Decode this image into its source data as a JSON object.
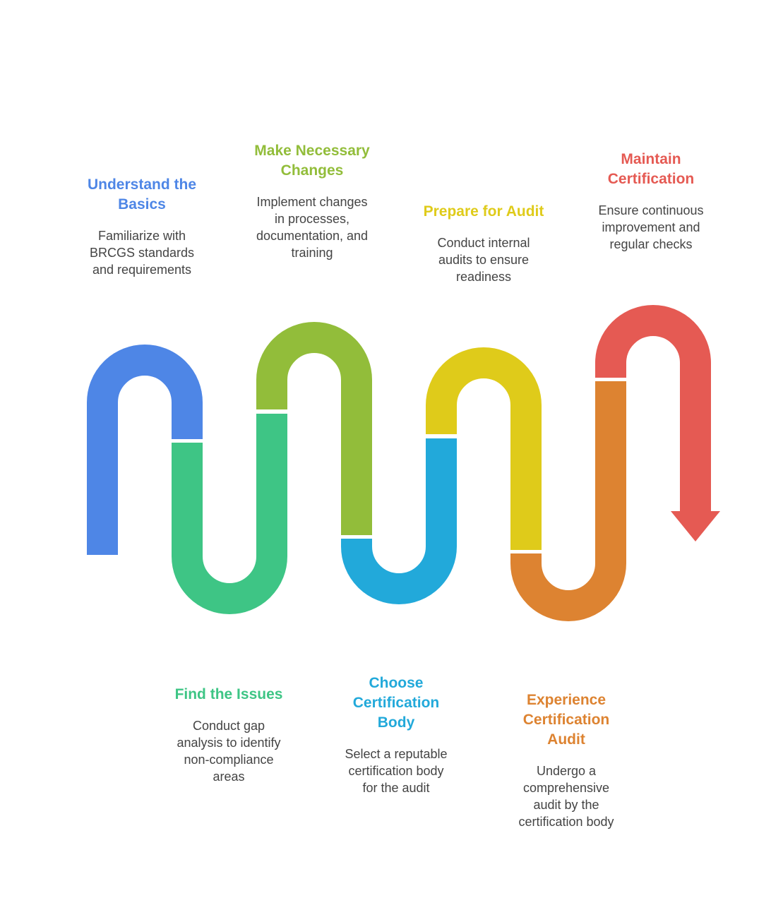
{
  "steps": [
    {
      "title": "Understand the Basics",
      "title_lines": [
        "Understand the",
        "Basics"
      ],
      "desc_lines": [
        "Familiarize with",
        "BRCGS standards",
        "and requirements"
      ],
      "color": "#4E86E6"
    },
    {
      "title": "Find the Issues",
      "title_lines": [
        "Find the Issues"
      ],
      "desc_lines": [
        "Conduct gap",
        "analysis to identify",
        "non-compliance",
        "areas"
      ],
      "color": "#3EC585"
    },
    {
      "title": "Make Necessary Changes",
      "title_lines": [
        "Make Necessary",
        "Changes"
      ],
      "desc_lines": [
        "Implement changes",
        "in processes,",
        "documentation, and",
        "training"
      ],
      "color": "#92BD3A"
    },
    {
      "title": "Choose Certification Body",
      "title_lines": [
        "Choose",
        "Certification",
        "Body"
      ],
      "desc_lines": [
        "Select a reputable",
        "certification body",
        "for the audit"
      ],
      "color": "#22A9DA"
    },
    {
      "title": "Prepare for Audit",
      "title_lines": [
        "Prepare for Audit"
      ],
      "desc_lines": [
        "Conduct internal",
        "audits to ensure",
        "readiness"
      ],
      "color": "#DFCB1A"
    },
    {
      "title": "Experience Certification Audit",
      "title_lines": [
        "Experience",
        "Certification",
        "Audit"
      ],
      "desc_lines": [
        "Undergo a",
        "comprehensive",
        "audit by the",
        "certification body"
      ],
      "color": "#DD8331"
    },
    {
      "title": "Maintain Certification",
      "title_lines": [
        "Maintain",
        "Certification"
      ],
      "desc_lines": [
        "Ensure continuous",
        "improvement and",
        "regular checks"
      ],
      "color": "#E55A53"
    }
  ]
}
